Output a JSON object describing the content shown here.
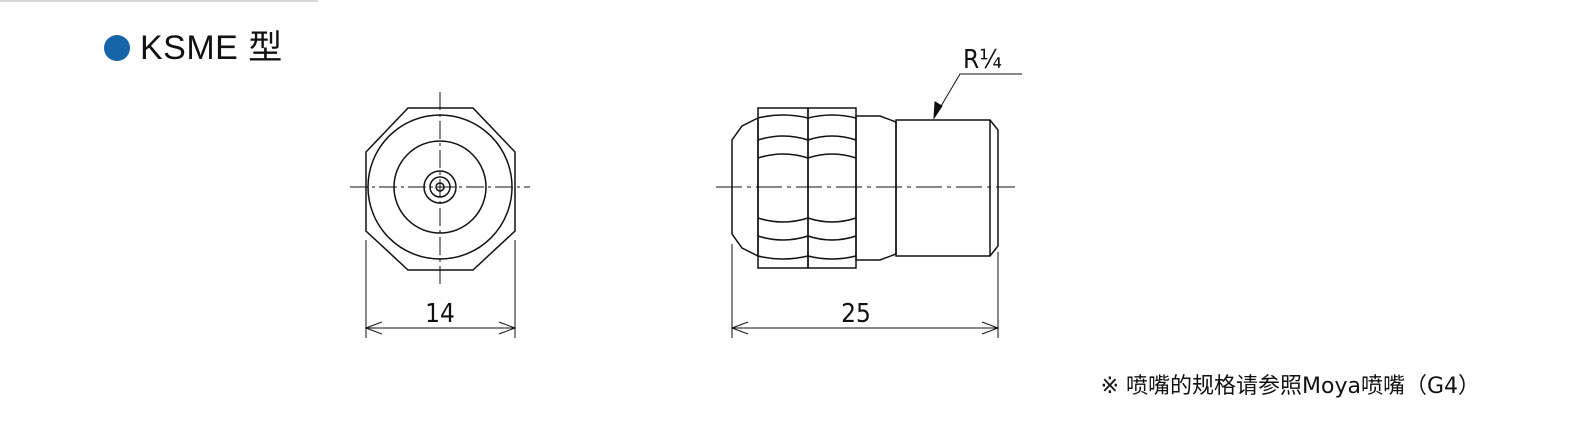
{
  "heading": {
    "title": "KSME 型",
    "bullet_color": "#1565a8"
  },
  "front_view": {
    "width_label": "14"
  },
  "side_view": {
    "length_label": "25",
    "thread_label": "R1/4",
    "thread_label_display": "R¼"
  },
  "note": {
    "text": "※ 喷嘴的规格请参照Moya喷嘴（G4）"
  }
}
